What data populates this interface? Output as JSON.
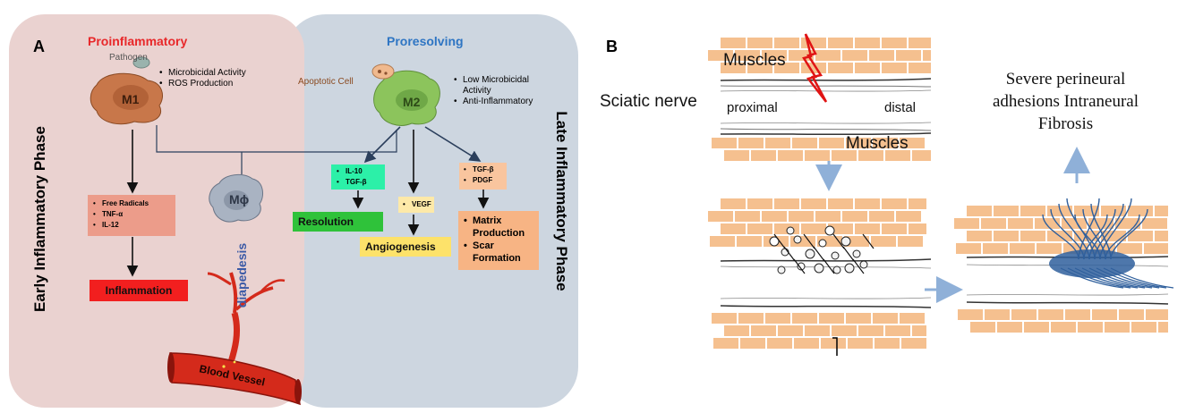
{
  "colors": {
    "panel_early": "#ead2d0",
    "panel_late": "#cdd6e0",
    "title_red": "#e8282a",
    "title_blue": "#2e75c3",
    "m1_body": "#c8774a",
    "m2_body": "#8cc45c",
    "mphi_body": "#a9b3c2",
    "free_radicals_box": "#ec9c8a",
    "inflammation_box": "#f21f1f",
    "il10_box": "#2cf0a8",
    "resolution_box": "#2fc23a",
    "vegf_box": "#fde9a8",
    "angiogenesis_box": "#fde26a",
    "tgf_box": "#f9c59e",
    "matrix_box": "#f7b484",
    "vessel": "#d42a1b",
    "muscle": "#f5c08f",
    "fibrosis": "#2f5f9c",
    "arrow_blue": "#8fb0d8"
  },
  "panel_a": {
    "label": "A",
    "left_title": "Proinflammatory",
    "right_title": "Proresolving",
    "early_phase": "Early Inflammatory Phase",
    "late_phase": "Late Inflammatory Phase",
    "pathogen": "Pathogen",
    "m1": "M1",
    "m1_notes": [
      "Microbicidal Activity",
      "ROS Production"
    ],
    "apoptotic_cell": "Apoptotic Cell",
    "m2": "M2",
    "m2_notes": [
      "Low Microbicidal Activity",
      "Anti-Inflammatory"
    ],
    "mphi": "Mϕ",
    "diapedesis": "diapedesis",
    "blood_vessel": "Blood Vessel",
    "free_radicals": [
      "Free Radicals",
      "TNF-α",
      "IL-12"
    ],
    "inflammation": "Inflammation",
    "il10_tgf": [
      "IL-10",
      "TGF-β"
    ],
    "resolution": "Resolution",
    "vegf": "VEGF",
    "angiogenesis": "Angiogenesis",
    "tgf_pdgf": [
      "TGF-β",
      "PDGF"
    ],
    "matrix": [
      "Matrix Production",
      "Scar Formation"
    ]
  },
  "panel_b": {
    "label": "B",
    "sciatic_nerve": "Sciatic nerve",
    "muscles_top": "Muscles",
    "muscles_bottom": "Muscles",
    "proximal": "proximal",
    "distal": "distal",
    "outcome": [
      "Severe perineural",
      "adhesions Intraneural",
      "Fibrosis"
    ]
  }
}
